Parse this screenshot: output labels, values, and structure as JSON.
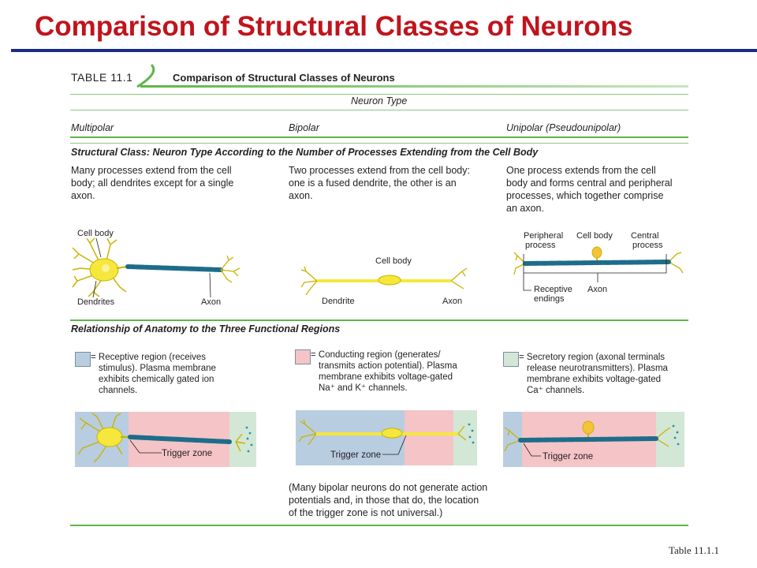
{
  "slide": {
    "title": "Comparison of Structural Classes of Neurons",
    "footer": "Table 11.1.1"
  },
  "table": {
    "number": "TABLE 11.1",
    "title": "Comparison of Structural Classes of Neurons",
    "neuron_type_header": "Neuron Type",
    "columns": [
      "Multipolar",
      "Bipolar",
      "Unipolar (Pseudounipolar)"
    ],
    "section1_title": "Structural Class: Neuron Type According to the Number of Processes Extending from the Cell Body",
    "descriptions": [
      [
        "Many processes extend from the cell",
        "body; all dendrites except for a single",
        "axon."
      ],
      [
        "Two processes extend from the cell body:",
        "one is a fused dendrite, the other is an",
        "axon."
      ],
      [
        "One process extends from the cell",
        "body and forms central and peripheral",
        "processes, which together comprise",
        "an axon."
      ]
    ],
    "multipolar_labels": {
      "cell_body": "Cell body",
      "dendrites": "Dendrites",
      "axon": "Axon"
    },
    "bipolar_labels": {
      "cell_body": "Cell body",
      "dendrite": "Dendrite",
      "axon": "Axon"
    },
    "unipolar_labels": {
      "peripheral_1": "Peripheral",
      "peripheral_2": "process",
      "cell_body": "Cell body",
      "central_1": "Central",
      "central_2": "process",
      "receptive_1": "Receptive",
      "receptive_2": "endings",
      "axon": "Axon"
    },
    "section2_title": "Relationship of Anatomy to the Three Functional Regions",
    "legend": [
      {
        "color": "#b8cde0",
        "lines": [
          "= Receptive region (receives",
          "stimulus). Plasma membrane",
          "exhibits chemically gated ion",
          "channels."
        ]
      },
      {
        "color": "#f5c4c6",
        "lines": [
          "= Conducting region (generates/",
          "transmits action potential). Plasma",
          "membrane exhibits voltage-gated",
          "Na⁺ and K⁺ channels."
        ]
      },
      {
        "color": "#d3e7d6",
        "lines": [
          "= Secretory region (axonal terminals",
          "release neurotransmitters). Plasma",
          "membrane exhibits voltage-gated",
          "Ca⁺ channels."
        ]
      }
    ],
    "trigger_zone": "Trigger zone",
    "note": [
      "(Many bipolar neurons do not generate action",
      "potentials and, in those that do, the location",
      "of the trigger zone is not universal.)"
    ]
  }
}
